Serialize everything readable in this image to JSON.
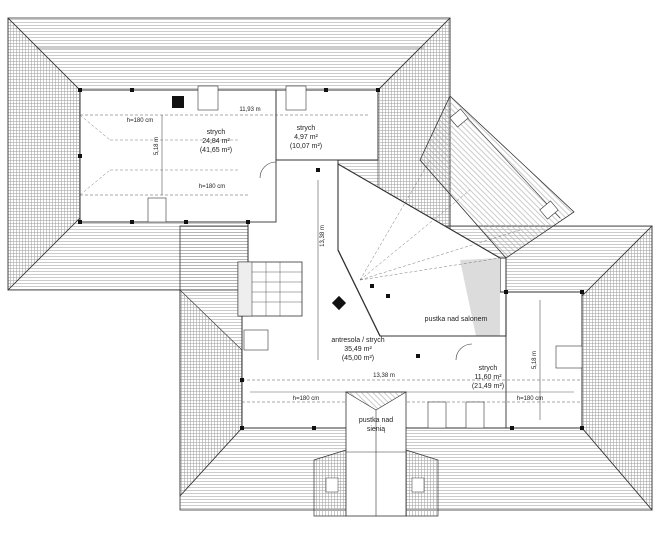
{
  "plan": {
    "rooms": {
      "strych_left": {
        "name": "strych",
        "area": "24,84 m²",
        "area_total": "(41,65 m²)"
      },
      "strych_mid": {
        "name": "strych",
        "area": "4,97 m²",
        "area_total": "(10,07 m²)"
      },
      "antresola": {
        "name": "antresola / strych",
        "area": "35,49 m²",
        "area_total": "(45,00 m²)"
      },
      "strych_right": {
        "name": "strych",
        "area": "11,60 m²",
        "area_total": "(21,49 m²)"
      },
      "void_salon": {
        "name": "pustka nad salonem"
      },
      "void_sien_1": {
        "name": "pustka nad"
      },
      "void_sien_2": {
        "name": "sienią"
      }
    },
    "dimensions": {
      "top_width": "11,93 m",
      "left_height": "5,18 m",
      "center_height": "13,38 m",
      "bottom_width": "13,38 m",
      "right_height": "5,18 m"
    },
    "heights": {
      "h1": "h=180 cm",
      "h2": "h=180 cm",
      "h3": "h=180 cm",
      "h4": "h=180 cm"
    },
    "colors": {
      "line": "#333333",
      "hatch": "#9a9a9a",
      "void_fill": "#dcdcdc",
      "background": "#ffffff"
    }
  }
}
